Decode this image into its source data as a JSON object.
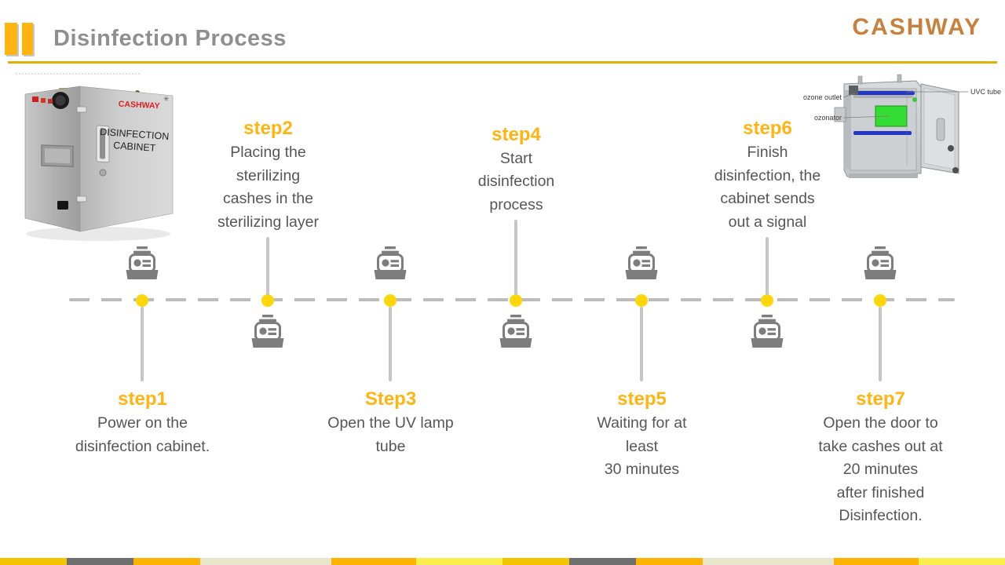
{
  "header": {
    "title": "Disinfection Process",
    "logo": "CASHWAY"
  },
  "cabinet_photo": {
    "brand": "CASHWAY",
    "label_line1": "DISINFECTION",
    "label_line2": "CABINET"
  },
  "diagram_labels": {
    "ozone_outlet": "ozone outlet",
    "ozonator": "ozonator",
    "uvc_tube": "UVC tube"
  },
  "steps": [
    {
      "label": "step1",
      "position": "below",
      "lines": [
        "Power on the",
        "disinfection cabinet."
      ]
    },
    {
      "label": "step2",
      "position": "above",
      "lines": [
        "Placing the",
        "sterilizing",
        "cashes in the",
        "sterilizing layer"
      ]
    },
    {
      "label": "Step3",
      "position": "below",
      "lines": [
        "Open the UV lamp",
        "tube"
      ]
    },
    {
      "label": "step4",
      "position": "above",
      "lines": [
        "Start",
        "disinfection",
        "process"
      ]
    },
    {
      "label": "step5",
      "position": "below",
      "lines": [
        "Waiting for at",
        "least",
        "30 minutes"
      ]
    },
    {
      "label": "step6",
      "position": "above",
      "lines": [
        "Finish",
        "disinfection, the",
        "cabinet sends",
        "out a signal"
      ]
    },
    {
      "label": "step7",
      "position": "below",
      "lines": [
        "Open the door to",
        "take cashes out at",
        "20 minutes",
        "after finished",
        "Disinfection."
      ]
    }
  ],
  "colors": {
    "accent_yellow": "#FFB412",
    "dot_yellow": "#FFD60A",
    "title_gray": "#8F8F8F",
    "logo_copper": "#C8813D",
    "body_text": "#56565A",
    "icon_gray": "#7D7D7D",
    "rule_gold": "#E3B103"
  },
  "footer_bar": {
    "segments": [
      {
        "color": "#F3C300",
        "width": 85
      },
      {
        "color": "#6F6F6F",
        "width": 85
      },
      {
        "color": "#FFB200",
        "width": 85
      },
      {
        "color": "#E9E4CC",
        "width": 167
      },
      {
        "color": "#FFB200",
        "width": 108
      },
      {
        "color": "#F9EE4D",
        "width": 110
      },
      {
        "color": "#F3C300",
        "width": 85
      },
      {
        "color": "#6F6F6F",
        "width": 85
      },
      {
        "color": "#FFB200",
        "width": 85
      },
      {
        "color": "#E9E4CC",
        "width": 167
      },
      {
        "color": "#FFB200",
        "width": 108
      },
      {
        "color": "#F9EE4D",
        "width": 110
      }
    ]
  }
}
